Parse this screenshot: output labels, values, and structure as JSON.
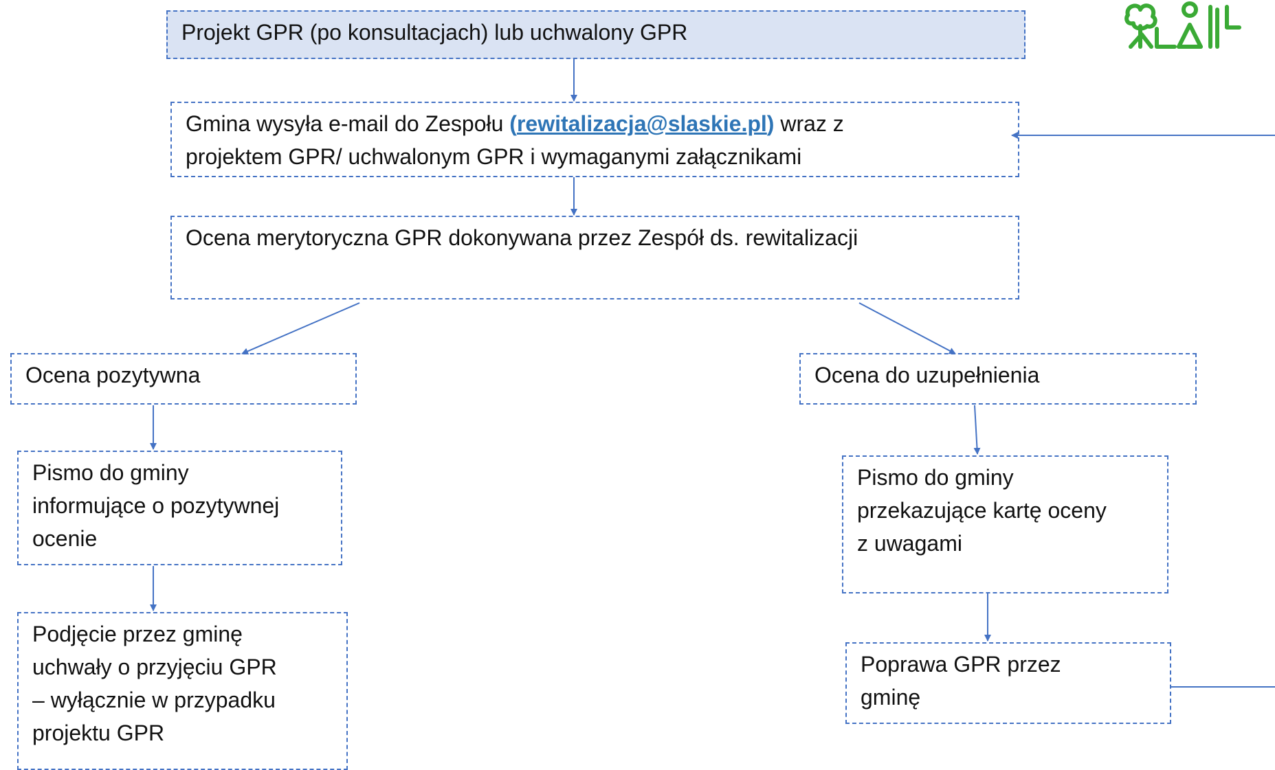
{
  "steps": {
    "start": {
      "label": "Projekt GPR (po konsultacjach) lub uchwalony GPR"
    },
    "email": {
      "text_before": "Gmina wysyła e-mail do Zespołu ",
      "link_open": "(",
      "link_address": "rewitalizacja@slaskie.pl",
      "link_close": ")",
      "text_after": " wraz z",
      "line2": "projektem GPR/ uchwalonym GPR i wymaganymi załącznikami"
    },
    "assessment": {
      "label": "Ocena merytoryczna GPR dokonywana przez Zespół ds. rewitalizacji"
    },
    "positive": {
      "label": "Ocena pozytywna"
    },
    "to_complete": {
      "label": "Ocena do uzupełnienia"
    },
    "letter_positive": {
      "lines": [
        "Pismo do gminy",
        "informujące o pozytywnej",
        "ocenie"
      ]
    },
    "resolution": {
      "lines": [
        "Podjęcie przez gminę",
        "uchwały o przyjęciu GPR",
        "– wyłącznie w przypadku",
        "projektu GPR"
      ]
    },
    "letter_remarks": {
      "lines": [
        "Pismo do gminy",
        "przekazujące kartę oceny",
        "z uwagami"
      ]
    },
    "correction": {
      "lines": [
        "Poprawa GPR przez",
        "gminę"
      ]
    }
  },
  "colors": {
    "box_border": "#4472c4",
    "box_fill_start": "#dae3f3",
    "link": "#2e75b6",
    "connector": "#4472c4",
    "logo": "#3aaa35"
  },
  "logo": {
    "icon": "people-tree-logo"
  }
}
